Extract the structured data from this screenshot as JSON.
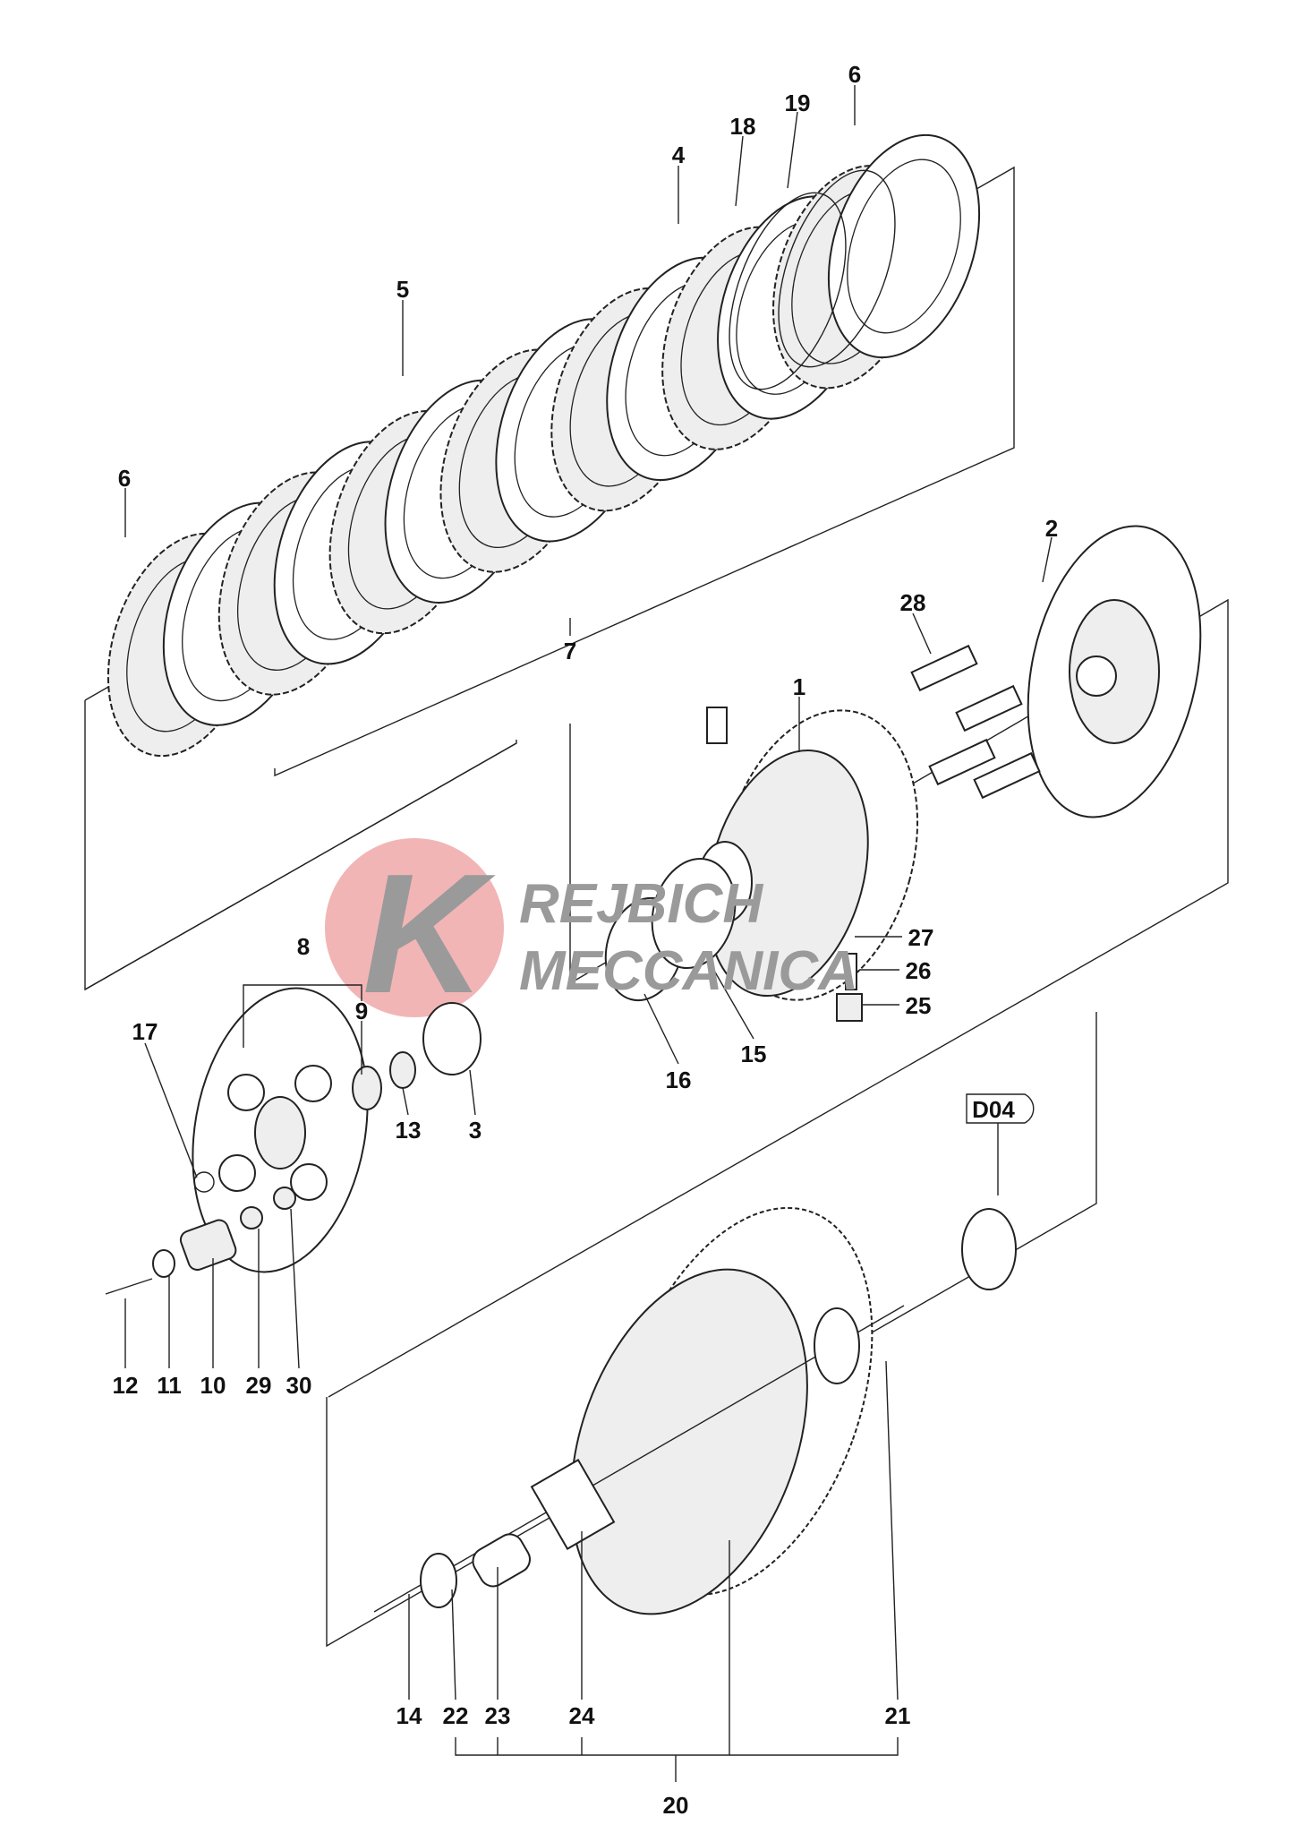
{
  "diagram": {
    "type": "exploded parts diagram - clutch assembly",
    "labels": [
      "6",
      "19",
      "18",
      "4",
      "5",
      "6",
      "7",
      "2",
      "28",
      "1",
      "8",
      "9",
      "17",
      "27",
      "26",
      "25",
      "16",
      "15",
      "13",
      "3",
      "12",
      "11",
      "10",
      "29",
      "30",
      "14",
      "22",
      "23",
      "24",
      "21",
      "20"
    ],
    "reference_tag": "D04"
  },
  "watermark": {
    "line1": "REJBICH",
    "line2": "MECCANICA",
    "initial": "K",
    "circle_color": "#f0a8a8",
    "text_color": "#9a9a9a"
  }
}
